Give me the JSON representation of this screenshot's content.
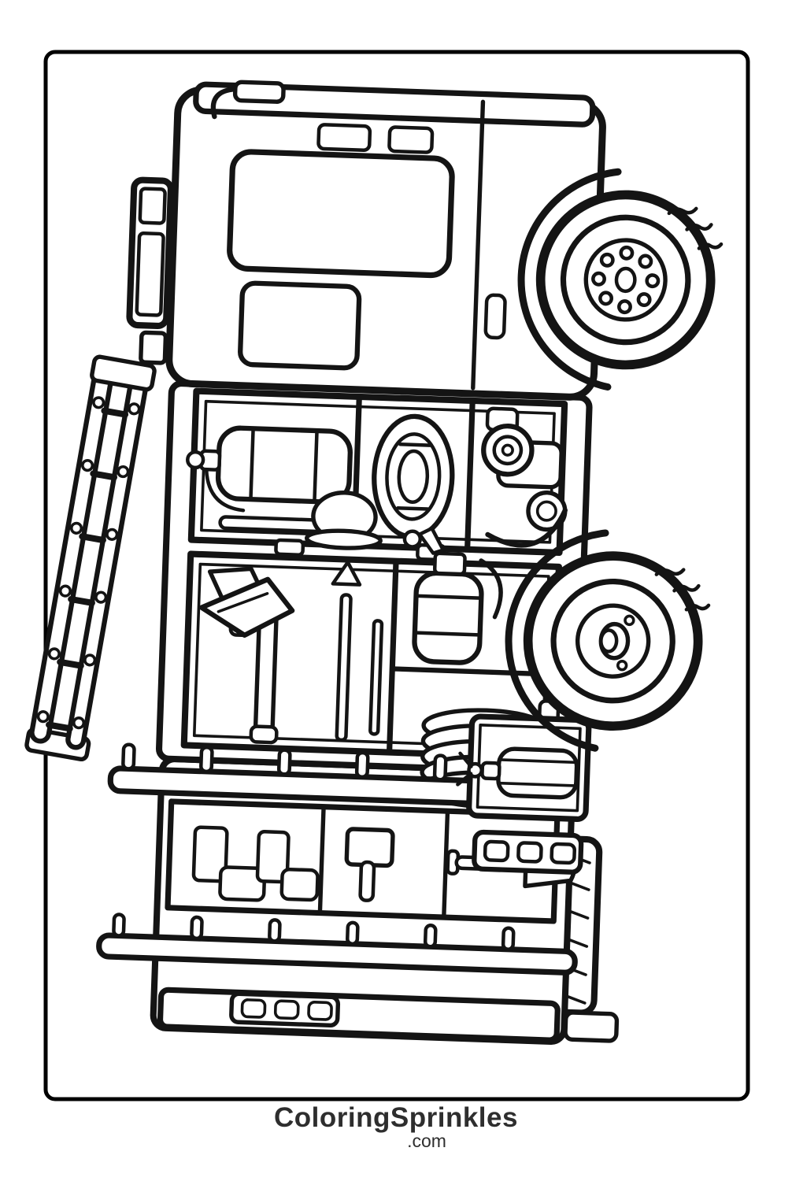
{
  "page": {
    "background_color": "#ffffff",
    "frame_color": "#000000",
    "line_color": "#141414"
  },
  "footer": {
    "brand": "ColoringSprinkles",
    "domain_suffix": ".com",
    "text_color": "#2e2e2e"
  },
  "illustration": {
    "subject": "fire truck coloring page line art, truck shown tilted nearly vertical, cab at top, wheels on right side",
    "parts": [
      "page-frame",
      "fire-truck-illustration",
      "cab",
      "light-bar",
      "beacon-box",
      "side-mirror",
      "cab-window-front",
      "cab-window-rear",
      "door-seam",
      "door-handle",
      "hood-vent",
      "front-wheel",
      "front-fender",
      "rear-wheel",
      "rear-fender",
      "equipment-bay-front",
      "fire-extinguisher-horizontal",
      "nozzle-wand",
      "fire-helmet",
      "rope-coil",
      "hose-couplings",
      "hose-curve",
      "equipment-bay-rear",
      "funnel-horn",
      "fire-axe",
      "pike-pole",
      "fire-extinguisher-upright",
      "hose-coil-spiral",
      "side-box-extinguisher",
      "side-light-panel",
      "rear-rack",
      "rack-rail",
      "rack-posts",
      "boots",
      "mallet",
      "shovel",
      "tail-face",
      "tail-light-panel",
      "tail-step-board",
      "exhaust-stack",
      "roof-ladder",
      "front-bumper"
    ]
  }
}
